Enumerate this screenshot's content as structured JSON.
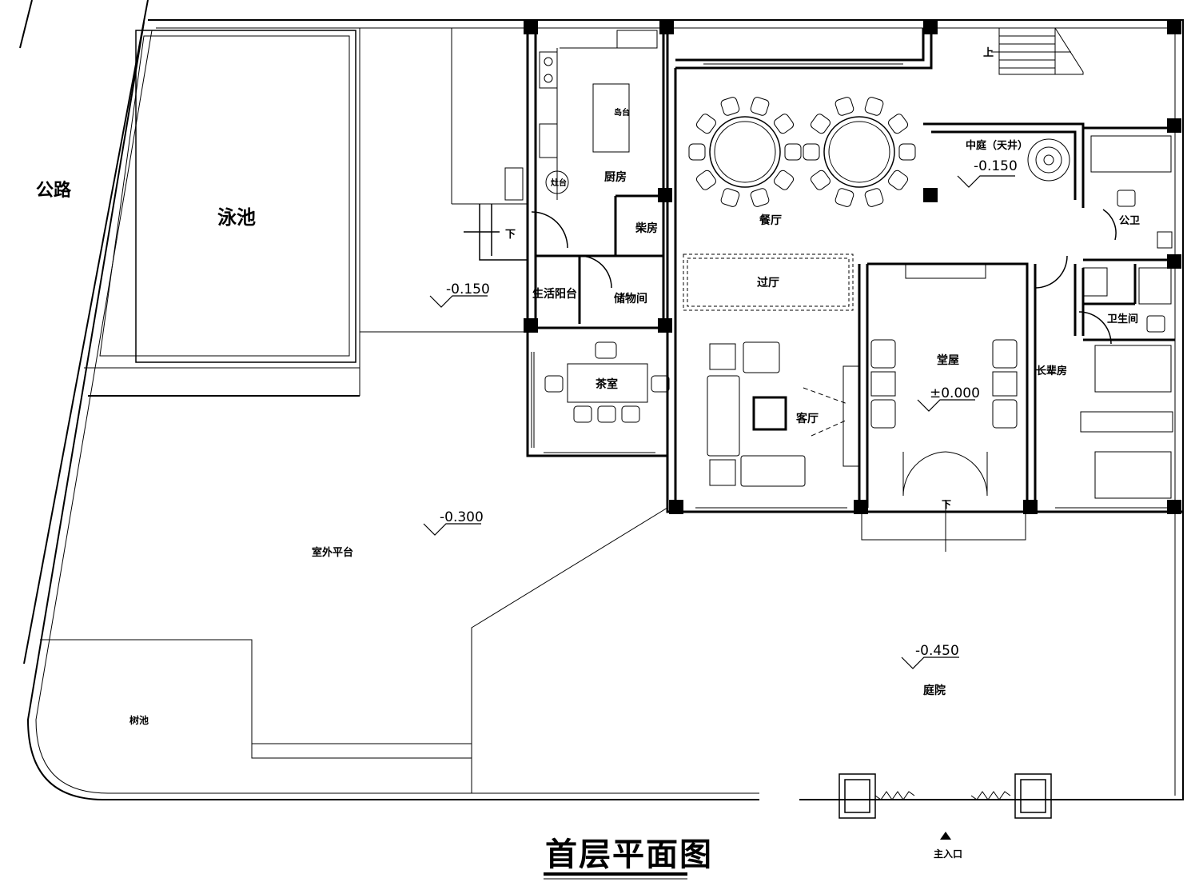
{
  "title": "首层平面图",
  "labels": {
    "road": "公路",
    "pool": "泳池",
    "kitchen": "厨房",
    "island": "岛台",
    "stove": "灶台",
    "firewood": "柴房",
    "dining": "餐厅",
    "courtyard": "中庭（天井）",
    "public_wc": "公卫",
    "corridor": "过厅",
    "utility_balcony": "生活阳台",
    "storage": "储物间",
    "tea_room": "茶室",
    "living": "客厅",
    "hall": "堂屋",
    "bathroom": "卫生间",
    "elder_room": "长辈房",
    "terrace": "室外平台",
    "yard": "庭院",
    "fish_pond": "树池",
    "entrance": "主入口",
    "up": "上",
    "down": "下"
  },
  "levels": {
    "courtyard": "-0.150",
    "west": "-0.150",
    "terrace": "-0.300",
    "hall": "±0.000",
    "yard": "-0.450"
  }
}
